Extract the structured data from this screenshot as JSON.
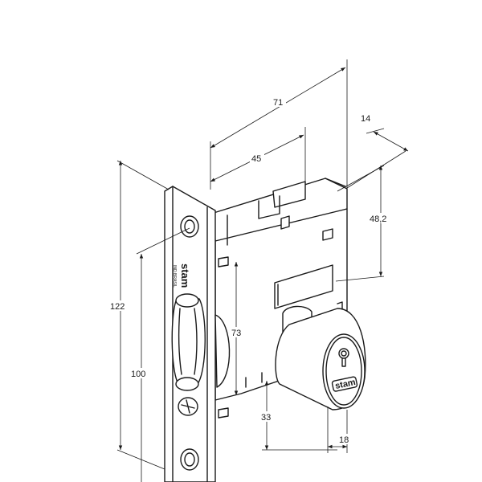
{
  "brand": {
    "logo_text": "stam",
    "origin_text": "IND.BRASIL"
  },
  "dimensions": {
    "d71": "71",
    "d45": "45",
    "d14": "14",
    "d48_2": "48,2",
    "d122": "122",
    "d100": "100",
    "d73": "73",
    "d33": "33",
    "d18": "18"
  }
}
